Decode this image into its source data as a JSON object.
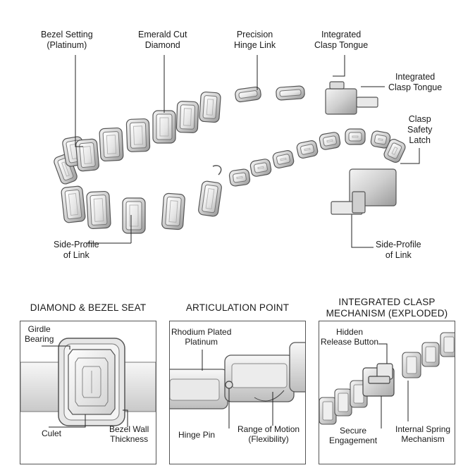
{
  "main_labels": {
    "bezel_setting": [
      "Bezel Setting",
      "(Platinum)"
    ],
    "emerald_cut": [
      "Emerald Cut",
      "Diamond"
    ],
    "precision_hinge": [
      "Precision",
      "Hinge Link"
    ],
    "integrated_clasp_top": [
      "Integrated",
      "Clasp Tongue"
    ],
    "integrated_clasp_right": [
      "Integrated",
      "Clasp Tongue"
    ],
    "clasp_safety": [
      "Clasp",
      "Safety",
      "Latch"
    ],
    "side_profile_left": [
      "Side-Profile",
      "of Link"
    ],
    "side_profile_right": [
      "Side-Profile",
      "of Link"
    ]
  },
  "panels": {
    "diamond_bezel": {
      "heading": "DIAMOND & BEZEL SEAT",
      "labels": {
        "girdle": [
          "Girdle",
          "Bearing"
        ],
        "culet": "Culet",
        "bezel_wall": [
          "Bezel Wall",
          "Thickness"
        ]
      }
    },
    "articulation": {
      "heading": "ARTICULATION POINT",
      "labels": {
        "rhodium": [
          "Rhodium Plated",
          "Platinum"
        ],
        "hinge_pin": "Hinge Pin",
        "range": [
          "Range of Motion",
          "(Flexibility)"
        ]
      }
    },
    "clasp": {
      "heading": [
        "INTEGRATED CLASP",
        "MECHANISM (EXPLODED)"
      ],
      "labels": {
        "hidden_release": [
          "Hidden",
          "Release Button"
        ],
        "secure": [
          "Secure",
          "Engagement"
        ],
        "internal_spring": [
          "Internal Spring",
          "Mechanism"
        ]
      }
    }
  }
}
